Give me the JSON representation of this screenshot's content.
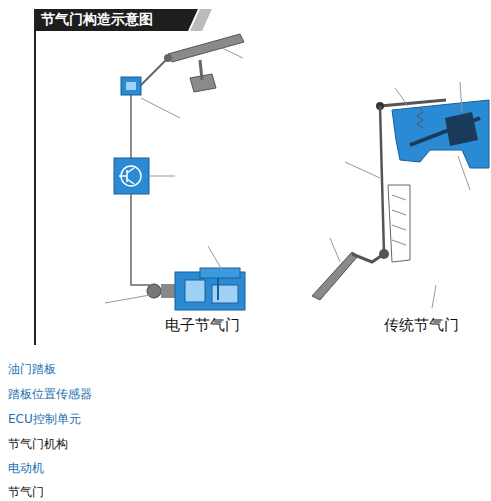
{
  "diagram": {
    "title": "节气门构造示意图",
    "labels": [
      "电子节气门",
      "传统节气门",
      "油门踏板",
      "踏板位置传感器",
      "ECU控制单元",
      "节气门机构",
      "电动机",
      "节气门"
    ]
  }
}
